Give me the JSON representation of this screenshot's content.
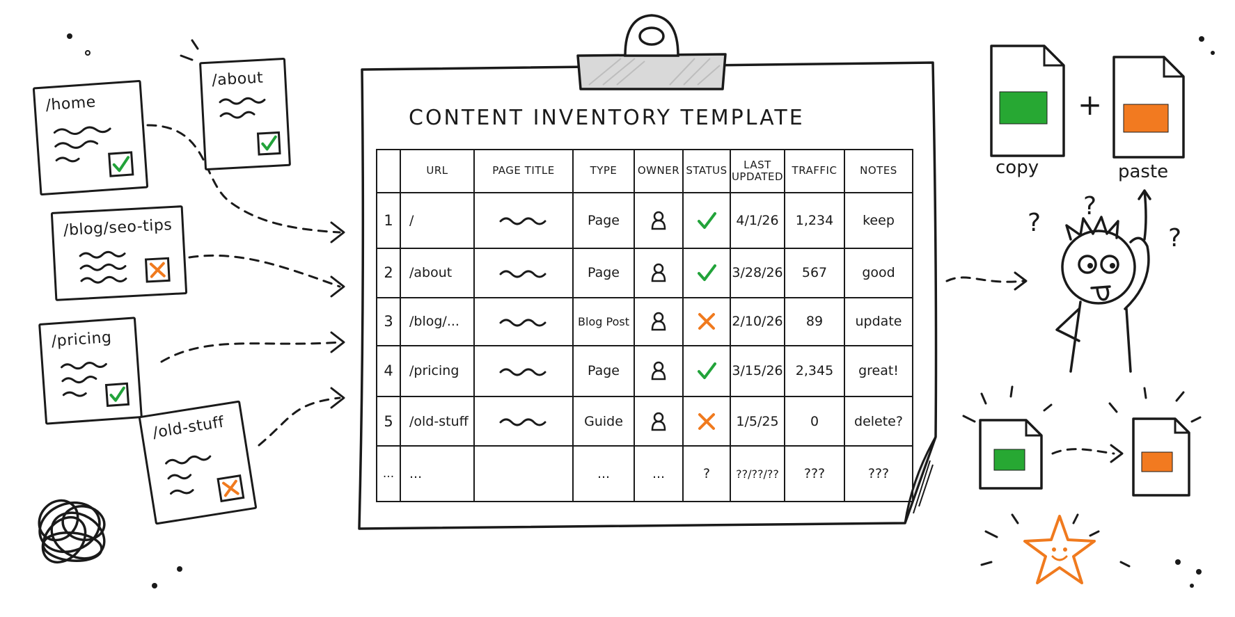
{
  "title": "CONTENT INVENTORY TEMPLATE",
  "notes": [
    {
      "label": "/home",
      "status": "check"
    },
    {
      "label": "/about",
      "status": "check"
    },
    {
      "label": "/blog/seo-tips",
      "status": "cross"
    },
    {
      "label": "/pricing",
      "status": "check"
    },
    {
      "label": "/old-stuff",
      "status": "cross"
    }
  ],
  "table": {
    "headers": [
      "",
      "URL",
      "PAGE TITLE",
      "TYPE",
      "OWNER",
      "STATUS",
      "LAST UPDATED",
      "TRAFFIC",
      "NOTES"
    ],
    "rows": [
      {
        "num": "1",
        "url": "/",
        "type": "Page",
        "status": "check",
        "updated": "4/1/26",
        "traffic": "1,234",
        "notes": "keep"
      },
      {
        "num": "2",
        "url": "/about",
        "type": "Page",
        "status": "check",
        "updated": "3/28/26",
        "traffic": "567",
        "notes": "good"
      },
      {
        "num": "3",
        "url": "/blog/...",
        "type": "Blog Post",
        "status": "cross",
        "updated": "2/10/26",
        "traffic": "89",
        "notes": "update"
      },
      {
        "num": "4",
        "url": "/pricing",
        "type": "Page",
        "status": "check",
        "updated": "3/15/26",
        "traffic": "2,345",
        "notes": "great!"
      },
      {
        "num": "5",
        "url": "/old-stuff",
        "type": "Guide",
        "status": "cross",
        "updated": "1/5/25",
        "traffic": "0",
        "notes": "delete?"
      }
    ],
    "last_row": {
      "num": "...",
      "url": "...",
      "type": "...",
      "owner": "...",
      "status": "?",
      "updated": "??/??/??",
      "traffic": "???",
      "notes": "???"
    }
  },
  "right": {
    "copy_label": "copy",
    "plus": "+",
    "paste_label": "paste",
    "question_marks": [
      "?",
      "?",
      "?"
    ]
  },
  "colors": {
    "ink": "#1a1a1a",
    "check": "#22a33a",
    "cross": "#f07a1e",
    "clip": "#d9d9d9",
    "green_block": "#27a833",
    "orange_block": "#f27a20"
  },
  "icons": [
    "check-icon",
    "cross-icon",
    "person-icon",
    "clipboard-clip-icon",
    "document-icon",
    "star-icon",
    "scribble-icon"
  ]
}
